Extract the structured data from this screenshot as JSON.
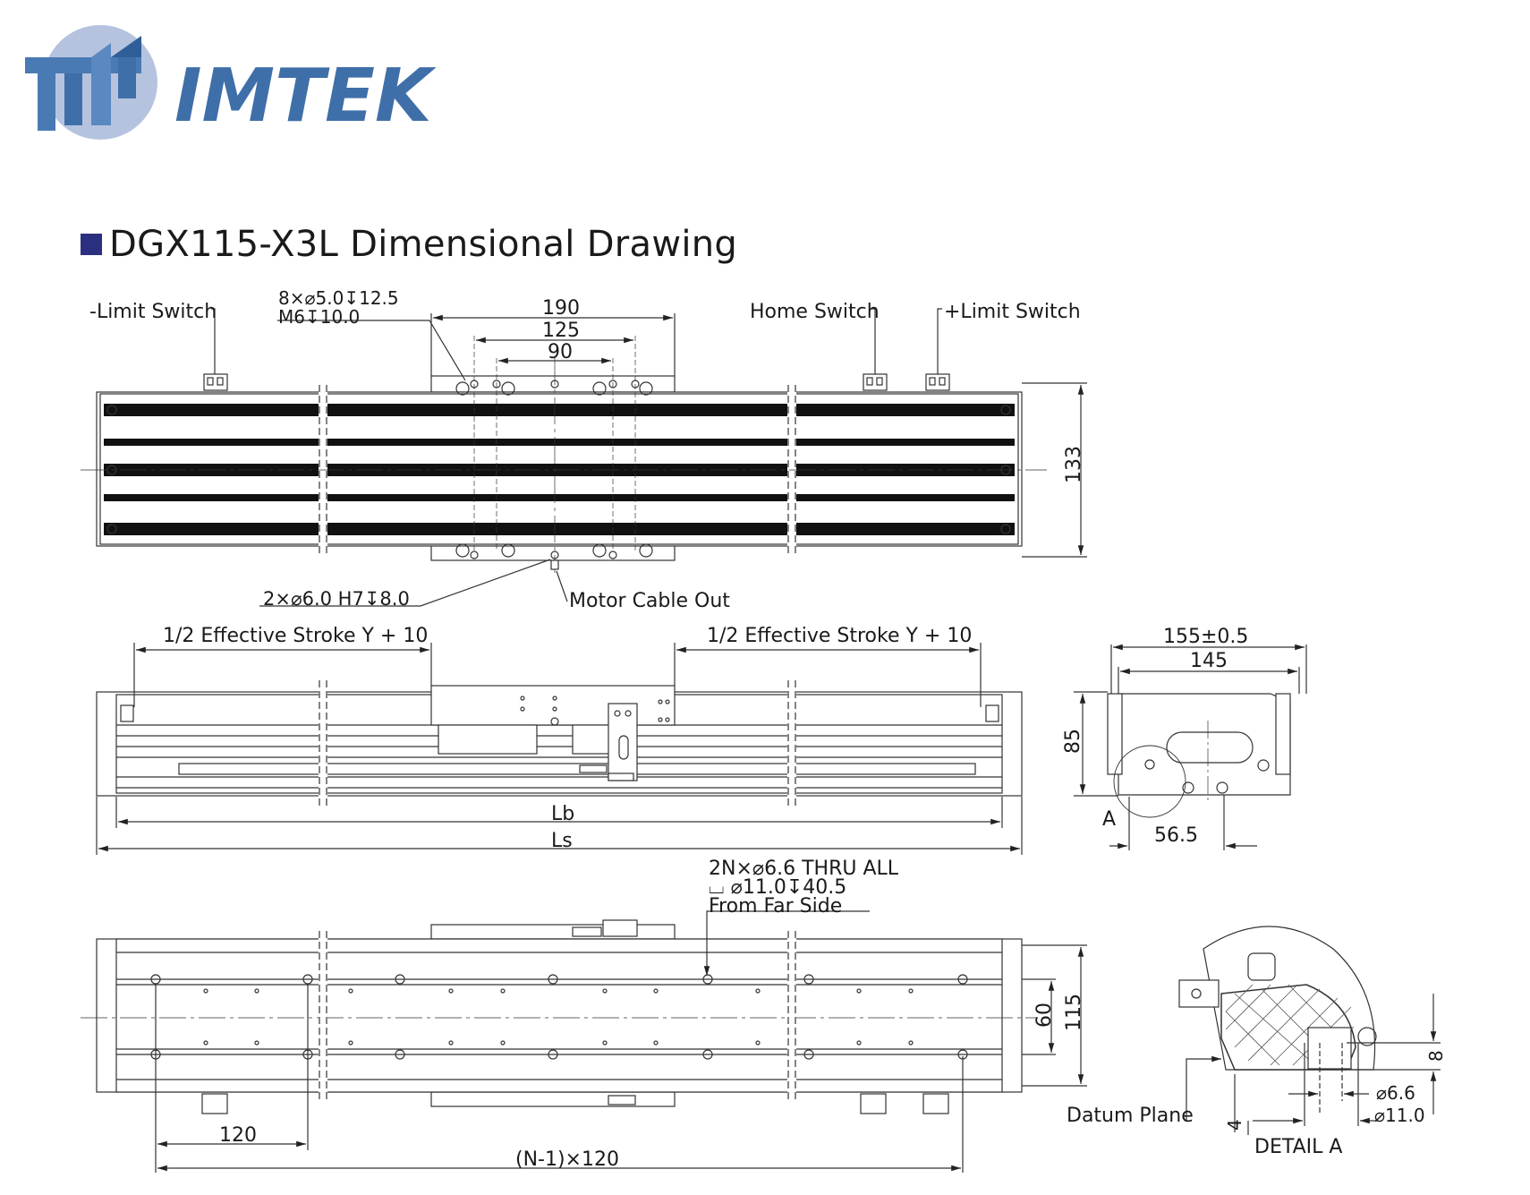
{
  "brand": {
    "name": "IMTEK",
    "colors": {
      "primary": "#3f6fa8",
      "light": "#b6c3de",
      "title_square": "#2b2f80"
    }
  },
  "title": "DGX115-X3L Dimensional Drawing",
  "top_view": {
    "limit_minus": "-Limit Switch",
    "limit_plus": "+Limit Switch",
    "home_switch": "Home Switch",
    "holes_line1": "8×⌀5.0↧12.5",
    "holes_line2": "M6↧10.0",
    "dim_190": "190",
    "dim_125": "125",
    "dim_90": "90",
    "dim_133": "133",
    "pin_holes": "2×⌀6.0 H7↧8.0",
    "motor_cable": "Motor Cable Out"
  },
  "side_view": {
    "half_stroke_left": "1/2 Effective Stroke Y + 10",
    "half_stroke_right": "1/2 Effective Stroke Y + 10",
    "dim_lb": "Lb",
    "dim_ls": "Ls"
  },
  "end_view": {
    "dim_155": "155±0.5",
    "dim_145": "145",
    "dim_85": "85",
    "dim_56_5": "56.5",
    "detail_ref": "A"
  },
  "bottom_view": {
    "mount_line1": "2N×⌀6.6 THRU ALL",
    "mount_line2": "⌴ ⌀11.0↧40.5",
    "mount_line3": "From Far Side",
    "dim_120": "120",
    "dim_n120": "(N-1)×120",
    "dim_60": "60",
    "dim_115": "115"
  },
  "detail_a": {
    "datum": "Datum Plane",
    "dim_4": "4",
    "dim_8": "8",
    "dim_6_6": "⌀6.6",
    "dim_11": "⌀11.0",
    "label": "DETAIL A"
  }
}
